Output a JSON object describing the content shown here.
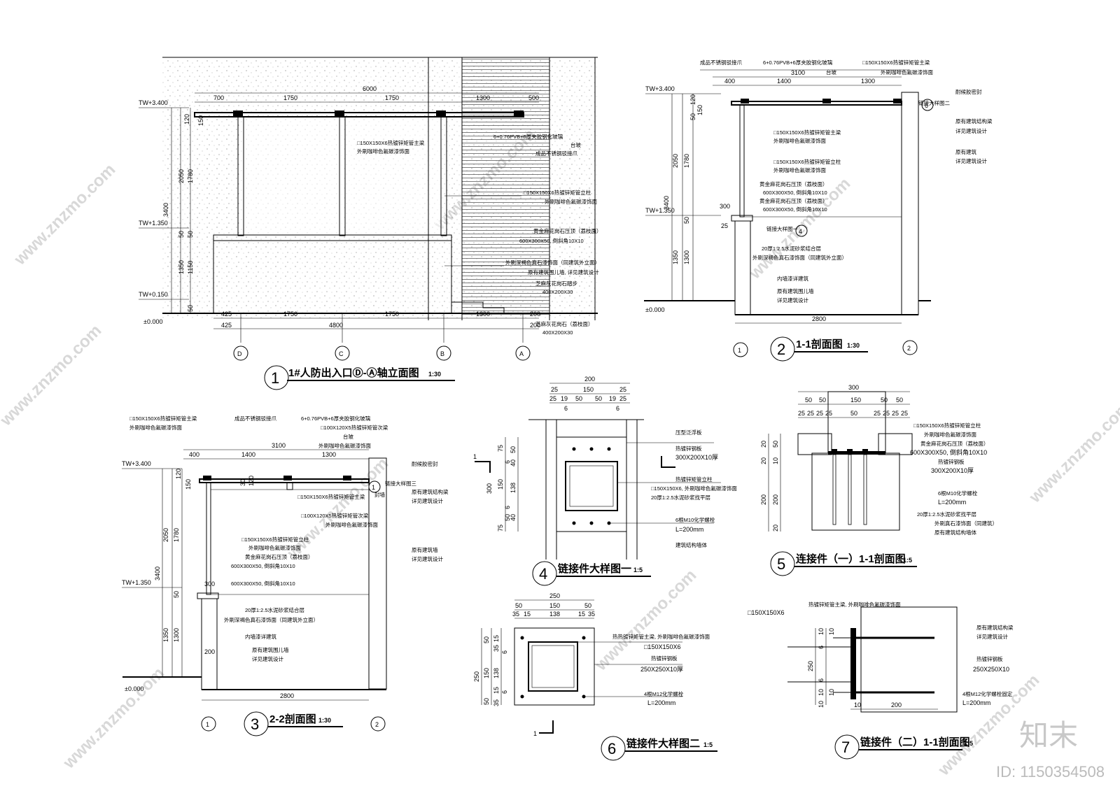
{
  "watermark": "www.znzmo.com",
  "brand": {
    "logo": "知末",
    "id": "ID: 1150354508"
  },
  "d1": {
    "title": "1#人防出入口Ⓓ-Ⓐ轴立面图",
    "scale": "1:30",
    "num": "1",
    "levels": [
      "TW+3.400",
      "TW+1.350",
      "TW+0.150",
      "±0.000"
    ],
    "dims_top": [
      "700",
      "1750",
      "1750",
      "1300",
      "500"
    ],
    "dim_total": "6000",
    "dims_bottom1": [
      "425",
      "1750",
      "1750",
      "1300"
    ],
    "dims_bottom2": [
      "425",
      "4800"
    ],
    "dims_right_small": [
      "200",
      "200"
    ],
    "vert": [
      "120",
      "150",
      "2050",
      "1780",
      "3400",
      "50",
      "50",
      "1350",
      "1150",
      "50"
    ],
    "axes": [
      "D",
      "C",
      "B",
      "A"
    ],
    "notes": [
      "□150X150X6热镀锌矩管主梁",
      "外刷咖啡色氟碳漆饰面",
      "6+0.76PVB+6厚夹胶钢化玻璃",
      "台玻",
      "成品不锈钢驳接爪",
      "□150X150X6热镀锌矩管立柱",
      "外刷咖啡色氟碳漆饰面",
      "黄金麻花岗石压顶（荔枝面）",
      "600X300X50, 倒斜角10X10",
      "外刷深褐色真石漆饰面（同建筑外立面）",
      "原有建筑围儿墙, 详见建筑设计",
      "芝麻灰花岗石踏步",
      "400X200X30",
      "芝麻灰花岗石（荔枝面）",
      "400X200X30"
    ]
  },
  "d2": {
    "title": "1-1剖面图",
    "scale": "1:30",
    "num": "2",
    "levels": [
      "TW+3.400",
      "TW+1.350",
      "±0.000"
    ],
    "dims_top": [
      "400",
      "1400",
      "1300"
    ],
    "dim_total": "3100",
    "vert": [
      "120",
      "150",
      "50",
      "2050",
      "1780",
      "3400",
      "300",
      "50",
      "25",
      "1350",
      "1300"
    ],
    "dim_bottom": "2800",
    "axes": [
      "1",
      "2"
    ],
    "notes": [
      "成品不锈钢驳接爪",
      "6+0.76PVB+6厚夹胶钢化玻璃",
      "台玻",
      "□150X150X6热镀锌矩管主梁",
      "外刷咖啡色氟碳漆饰面",
      "耐候胶密封",
      "链接大样图二",
      "原有建筑结构梁",
      "详见建筑设计",
      "□150X150X6热镀锌矩管主梁",
      "外刷咖啡色氟碳漆饰面",
      "□150X150X6热镀锌矩管立柱",
      "外刷咖啡色氟碳漆饰面",
      "原有建筑",
      "详见建筑设计",
      "黄金麻花岗石压顶（荔枝面）",
      "600X300X50, 倒斜角10X10",
      "黄金麻花岗石压顶（荔枝面）",
      "600X300X50, 倒斜角10X10",
      "链接大样图一",
      "20厚1:2.5水泥砂浆结合层",
      "外刷深褐色真石漆饰面（同建筑外立面）",
      "内墙漆详建筑",
      "原有建筑围儿墙",
      "详见建筑设计"
    ],
    "detail_tags": [
      "6",
      "4"
    ]
  },
  "d3": {
    "title": "2-2剖面图",
    "scale": "1:30",
    "num": "3",
    "levels": [
      "TW+3.400",
      "TW+1.350",
      "±0.000"
    ],
    "dims_top": [
      "400",
      "1400",
      "1300"
    ],
    "dim_total": "3100",
    "vert": [
      "120",
      "150",
      "30",
      "120",
      "2050",
      "1780",
      "3400",
      "300",
      "50",
      "1350",
      "1300",
      "200"
    ],
    "dim_bottom": "2800",
    "axes": [
      "1",
      "2"
    ],
    "notes": [
      "□150X150X6热镀锌矩管主梁",
      "外刷咖啡色氟碳漆饰面",
      "成品不锈钢驳接爪",
      "6+0.76PVB+6厚夹胶钢化玻璃",
      "□100X120X5热镀锌矩管次梁",
      "台玻",
      "外刷咖啡色氟碳漆饰面",
      "耐候胶密封",
      "链接大样图三",
      "原有建筑结构梁",
      "详见建筑设计",
      "□150X150X6热镀锌矩管主梁",
      "□100X120X5热镀锌矩管次梁",
      "外刷咖啡色氟碳漆饰面",
      "□150X150X6热镀锌矩管立柱",
      "外刷咖啡色氟碳漆饰面",
      "黄金麻花岗石压顶（荔枝面）",
      "600X300X50, 倒斜角10X10",
      "600X300X50, 倒斜角10X10",
      "原有建筑墙",
      "详见建筑设计",
      "20厚1:2.5水泥砂浆结合层",
      "外刷深褐色真石漆饰面（同建筑外立面）",
      "内墙漆详建筑",
      "原有建筑围儿墙",
      "详见建筑设计"
    ],
    "detail_tags": [
      "1",
      "封墙"
    ]
  },
  "d4": {
    "title": "链接件大样图一",
    "scale": "1:5",
    "num": "4",
    "dims_top": [
      "200"
    ],
    "dims_top2": [
      "25",
      "150",
      "25"
    ],
    "dims_top3": [
      "25",
      "19",
      "50",
      "50",
      "19",
      "25"
    ],
    "dims_top4": [
      "6",
      "6"
    ],
    "vert": [
      "75",
      "50",
      "40",
      "138",
      "300",
      "150",
      "6",
      "40",
      "50",
      "75",
      "6"
    ],
    "section_mark": "1",
    "notes": [
      "压型泛浮板",
      "热镀锌钢板",
      "300X200X10厚",
      "热镀锌矩管立柱",
      "□150X150X6, 外刷咖啡色氟碳漆饰面",
      "20厚1:2.5水泥砂浆找平层",
      "6根M10化学螺栓",
      "L=200mm",
      "建筑结构墙体"
    ]
  },
  "d5": {
    "title": "连接件（一）1-1剖面图",
    "scale": "1:5",
    "num": "5",
    "dims_top": [
      "300"
    ],
    "dims_top2": [
      "50",
      "50",
      "150",
      "50",
      "50"
    ],
    "dims_top3": [
      "25",
      "25",
      "25",
      "25",
      "50",
      "25",
      "25",
      "25",
      "25"
    ],
    "vert": [
      "20",
      "50",
      "20",
      "10",
      "200",
      "200",
      "20"
    ],
    "notes": [
      "□150X150X6热镀锌矩管立柱",
      "外刷咖啡色氟碳漆饰面",
      "黄金麻花岗石压顶（荔枝面）",
      "600X300X50, 倒斜角10X10",
      "热镀锌钢板",
      "300X200X10厚",
      "6根M10化学螺栓",
      "L=200mm",
      "20厚1:2.5水泥砂浆找平层",
      "外刷真石漆饰面（同建筑）",
      "原有建筑结构墙体"
    ]
  },
  "d6": {
    "title": "链接件大样图二",
    "scale": "1:5",
    "num": "6",
    "dims_top": [
      "250"
    ],
    "dims_top2": [
      "50",
      "150",
      "50"
    ],
    "dims_top3": [
      "35",
      "15",
      "138",
      "15",
      "35"
    ],
    "vert": [
      "50",
      "15",
      "35",
      "6",
      "150",
      "138",
      "250",
      "6",
      "15",
      "35",
      "50"
    ],
    "section_mark": "1",
    "notes": [
      "热热镀锌矩管主梁, 外刷咖啡色氟碳漆饰面",
      "□150X150X6",
      "热镀锌钢板",
      "250X250X10厚",
      "4根M12化学螺栓",
      "L=200mm"
    ]
  },
  "d7": {
    "title": "链接件（二）1-1剖面图",
    "scale": "1:5",
    "num": "7",
    "vert": [
      "250",
      "10",
      "10",
      "6",
      "6",
      "10",
      "10",
      "10"
    ],
    "dims_bottom": [
      "10",
      "200"
    ],
    "notes": [
      "热镀锌矩管主梁, 外刷咖啡色氟碳漆饰面",
      "□150X150X6",
      "原有建筑结构梁",
      "详见建筑设计",
      "热镀锌钢板",
      "250X250X10",
      "4根M12化学螺栓固定",
      "L=200mm"
    ]
  }
}
